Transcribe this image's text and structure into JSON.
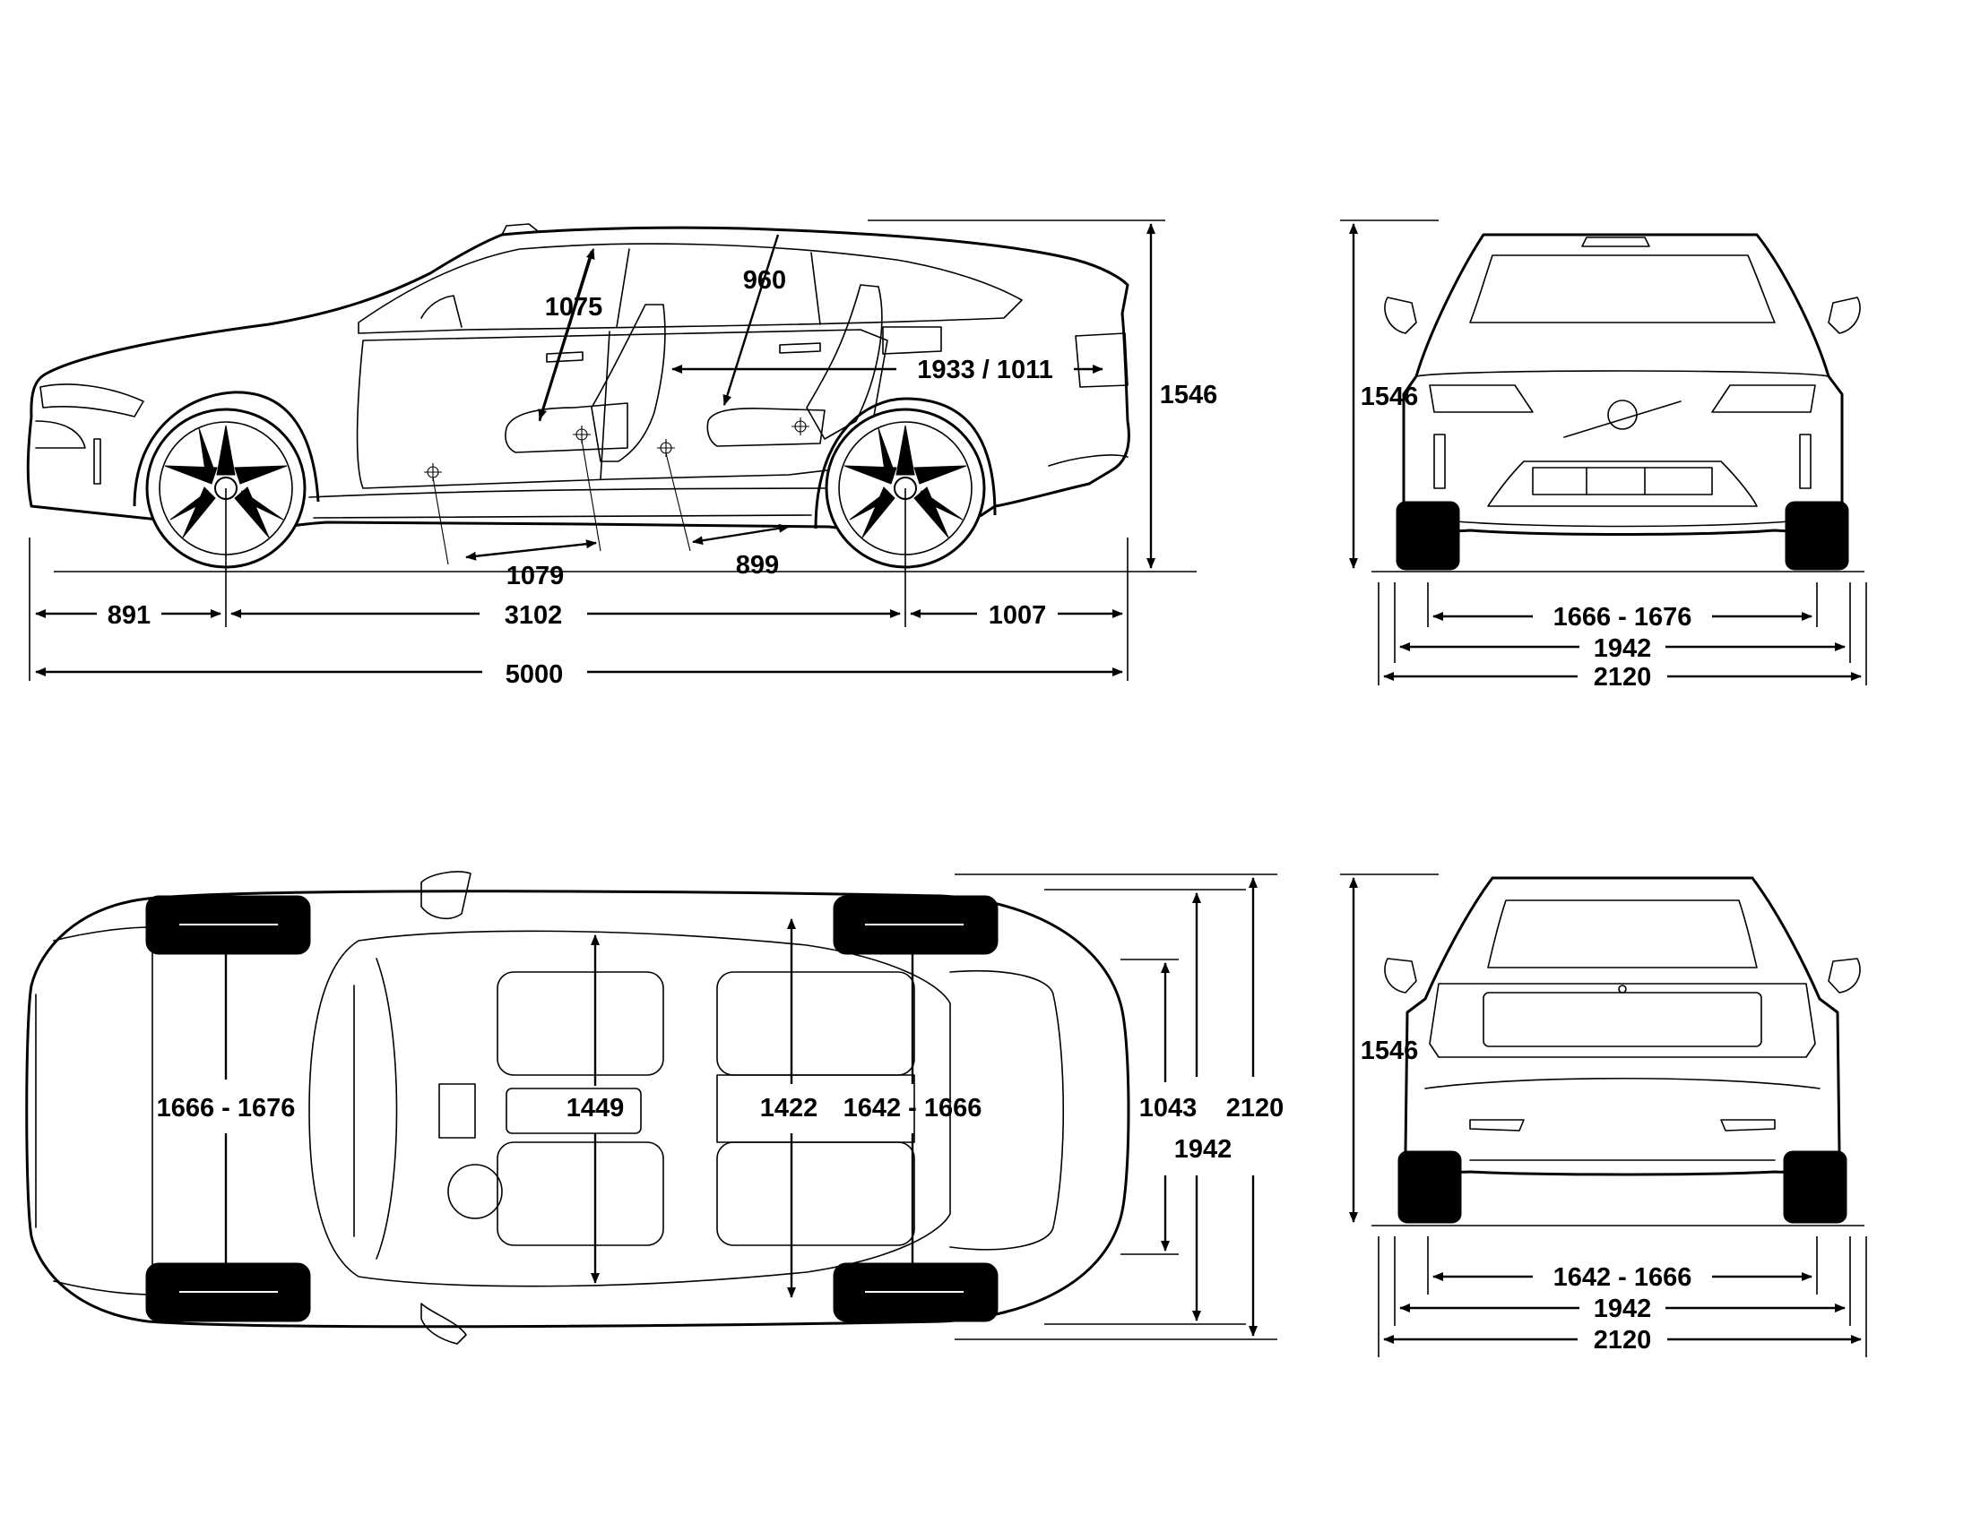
{
  "side_view": {
    "headroom_front": "1075",
    "headroom_rear": "960",
    "cabin_length": "1933 / 1011",
    "overall_height": "1546",
    "front_legroom": "1079",
    "rear_legroom": "899",
    "front_overhang": "891",
    "wheelbase": "3102",
    "rear_overhang": "1007",
    "overall_length": "5000"
  },
  "front_view": {
    "height": "1546",
    "track_front": "1666 - 1676",
    "width_body": "1942",
    "width_mirrors": "2120"
  },
  "top_view": {
    "track_front": "1666 - 1676",
    "shoulder_front": "1449",
    "shoulder_rear": "1422",
    "track_rear": "1642 - 1666",
    "trunk_width": "1043",
    "width_mirrors": "2120",
    "width_body": "1942"
  },
  "rear_view": {
    "height": "1546",
    "track_rear": "1642 - 1666",
    "width_body": "1942",
    "width_mirrors": "2120"
  }
}
